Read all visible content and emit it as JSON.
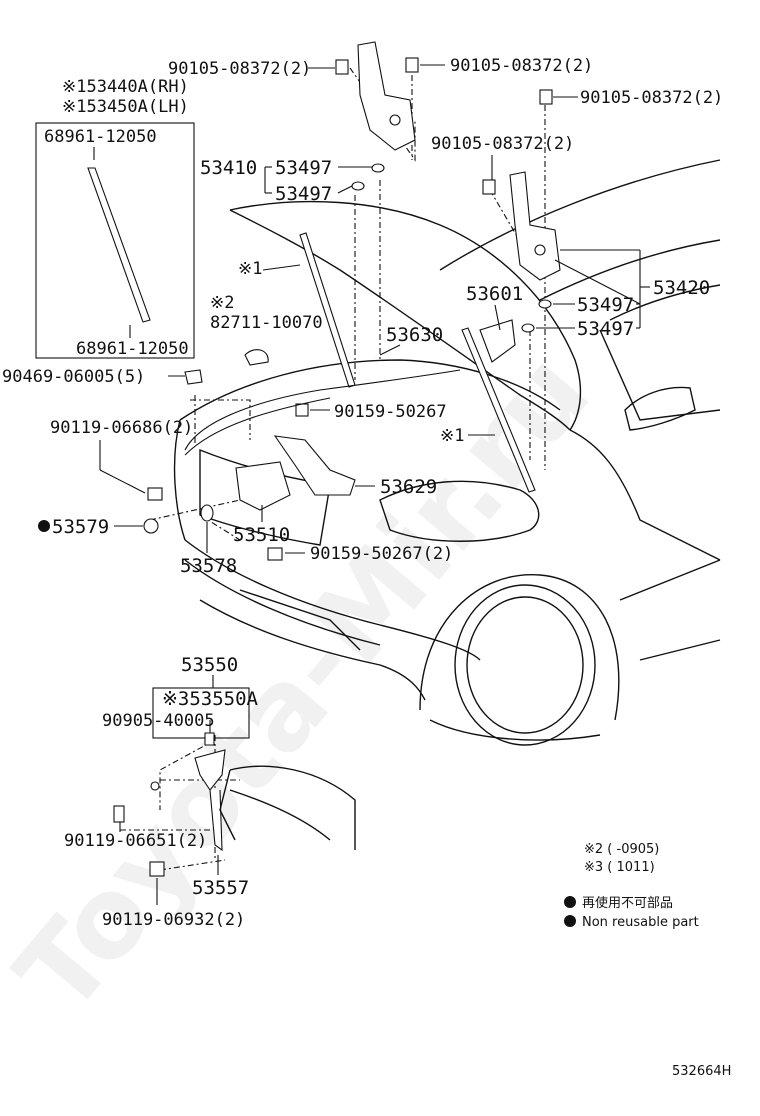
{
  "watermark": "Toyota-Mir.ru",
  "figure_id": "532664H",
  "labels": {
    "bolt_top_left": "90105-08372(2)",
    "bolt_top_mid": "90105-08372(2)",
    "bolt_top_right": "90105-08372(2)",
    "bolt_right_mid": "90105-08372(2)",
    "strut_rh": "※153440A(RH)",
    "strut_lh": "※153450A(LH)",
    "ball_top": "68961-12050",
    "ball_bottom": "68961-12050",
    "hinge_lh": "53410",
    "bushing_1": "53497",
    "bushing_2": "53497",
    "bushing_3": "53497",
    "bushing_4": "53497",
    "hinge_rh": "53420",
    "note_strut_1": "※1",
    "note_strut_2": "※1",
    "clip_note": "※2",
    "clip": "82711-10070",
    "support": "53601",
    "cable": "53630",
    "clamp": "90469-06005(5)",
    "screw_cable": "90159-50267",
    "bolt_latch": "90119-06686(2)",
    "guide": "53629",
    "cushion": "53579",
    "latch": "53510",
    "cover": "53578",
    "screw_latch": "90159-50267(2)",
    "lever_assy": "53550",
    "lever_sub": "※353550A",
    "pin": "90905-40005",
    "bolt_lever_1": "90119-06651(2)",
    "bolt_lever_2": "90119-06932(2)",
    "bracket": "53557"
  },
  "notes": {
    "n2": "※2 (     -0905)",
    "n3": "※3 (      1011)",
    "legend_jp": "再使用不可部品",
    "legend_en": "Non  reusable part"
  }
}
